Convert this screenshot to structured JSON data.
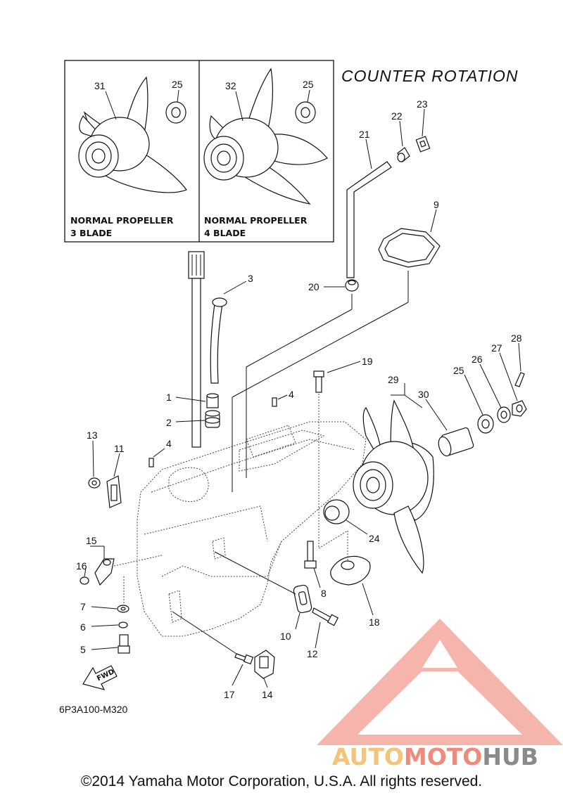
{
  "title": "COUNTER  ROTATION",
  "inset": {
    "left": {
      "line1": "NORMAL PROPELLER",
      "line2": "3 BLADE",
      "part_a": "31",
      "part_b": "25"
    },
    "right": {
      "line1": "NORMAL PROPELLER",
      "line2": "4 BLADE",
      "part_a": "32",
      "part_b": "25"
    }
  },
  "callouts": {
    "c1": "1",
    "c2": "2",
    "c3": "3",
    "c4a": "4",
    "c4b": "4",
    "c5": "5",
    "c6": "6",
    "c7": "7",
    "c8": "8",
    "c9": "9",
    "c10": "10",
    "c11": "11",
    "c12": "12",
    "c13": "13",
    "c14": "14",
    "c15": "15",
    "c16": "16",
    "c17": "17",
    "c18": "18",
    "c19": "19",
    "c20": "20",
    "c21": "21",
    "c22": "22",
    "c23": "23",
    "c24": "24",
    "c25": "25",
    "c26": "26",
    "c27": "27",
    "c28": "28",
    "c29": "29",
    "c30": "30"
  },
  "fwd_label": "FWD",
  "diagram_code": "6P3A100-M320",
  "watermark": {
    "part1": "AUTO",
    "part2": "MOTO",
    "part3": "HUB",
    "color1": "#f5c37a",
    "color2": "#f08a7a",
    "color3": "#8a8a8a"
  },
  "copyright": "©2014 Yamaha Motor Corporation, U.S.A. All rights reserved."
}
